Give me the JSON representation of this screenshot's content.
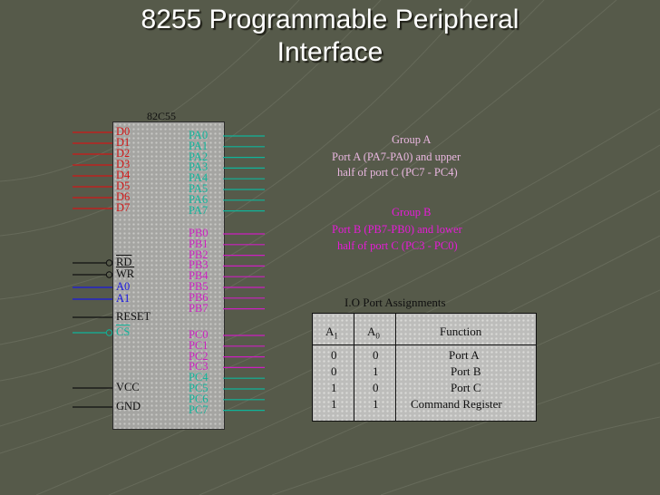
{
  "slide": {
    "title_line1": "8255 Programmable Peripheral",
    "title_line2": "Interface"
  },
  "chip": {
    "label": "82C55",
    "left_pins": [
      {
        "label": "D0",
        "color": "#d01818",
        "overline": false
      },
      {
        "label": "D1",
        "color": "#d01818",
        "overline": false
      },
      {
        "label": "D2",
        "color": "#d01818",
        "overline": false
      },
      {
        "label": "D3",
        "color": "#d01818",
        "overline": false
      },
      {
        "label": "D4",
        "color": "#d01818",
        "overline": false
      },
      {
        "label": "D5",
        "color": "#d01818",
        "overline": false
      },
      {
        "label": "D6",
        "color": "#d01818",
        "overline": false
      },
      {
        "label": "D7",
        "color": "#d01818",
        "overline": false
      },
      {
        "label": "RD",
        "color": "#101010",
        "overline": true
      },
      {
        "label": "WR",
        "color": "#101010",
        "overline": true
      },
      {
        "label": "A0",
        "color": "#1a18e0",
        "overline": false
      },
      {
        "label": "A1",
        "color": "#1a18e0",
        "overline": false
      },
      {
        "label": "RESET",
        "color": "#101010",
        "overline": false
      },
      {
        "label": "CS",
        "color": "#0fb49a",
        "overline": true
      },
      {
        "label": "VCC",
        "color": "#101010",
        "overline": false
      },
      {
        "label": "GND",
        "color": "#101010",
        "overline": false
      }
    ],
    "right_pins": [
      {
        "label": "PA0",
        "color": "#0fb49a"
      },
      {
        "label": "PA1",
        "color": "#0fb49a"
      },
      {
        "label": "PA2",
        "color": "#0fb49a"
      },
      {
        "label": "PA3",
        "color": "#0fb49a"
      },
      {
        "label": "PA4",
        "color": "#0fb49a"
      },
      {
        "label": "PA5",
        "color": "#0fb49a"
      },
      {
        "label": "PA6",
        "color": "#0fb49a"
      },
      {
        "label": "PA7",
        "color": "#0fb49a"
      },
      {
        "label": "PB0",
        "color": "#cc1fc0"
      },
      {
        "label": "PB1",
        "color": "#cc1fc0"
      },
      {
        "label": "PB2",
        "color": "#cc1fc0"
      },
      {
        "label": "PB3",
        "color": "#cc1fc0"
      },
      {
        "label": "PB4",
        "color": "#cc1fc0"
      },
      {
        "label": "PB5",
        "color": "#cc1fc0"
      },
      {
        "label": "PB6",
        "color": "#cc1fc0"
      },
      {
        "label": "PB7",
        "color": "#cc1fc0"
      },
      {
        "label": "PC0",
        "color": "#cc1fc0"
      },
      {
        "label": "PC1",
        "color": "#cc1fc0"
      },
      {
        "label": "PC2",
        "color": "#cc1fc0"
      },
      {
        "label": "PC3",
        "color": "#cc1fc0"
      },
      {
        "label": "PC4",
        "color": "#0fb49a"
      },
      {
        "label": "PC5",
        "color": "#0fb49a"
      },
      {
        "label": "PC6",
        "color": "#0fb49a"
      },
      {
        "label": "PC7",
        "color": "#0fb49a"
      }
    ]
  },
  "groups": {
    "a_title": "Group A",
    "a_line1": "Port A (PA7-PA0) and upper",
    "a_line2": "half of port C (PC7 - PC4)",
    "b_title": "Group B",
    "b_line1": "Port B (PB7-PB0) and lower",
    "b_line2": "half of port C (PC3 - PC0)"
  },
  "io_table": {
    "title": "I.O Port Assignments",
    "headers": {
      "a1": "A",
      "a1_sub": "1",
      "a0": "A",
      "a0_sub": "0",
      "function": "Function"
    },
    "rows": [
      {
        "a1": "0",
        "a0": "0",
        "function": "Port A"
      },
      {
        "a1": "0",
        "a0": "1",
        "function": "Port B"
      },
      {
        "a1": "1",
        "a0": "0",
        "function": "Port C"
      },
      {
        "a1": "1",
        "a0": "1",
        "function": "Command Register"
      }
    ]
  }
}
